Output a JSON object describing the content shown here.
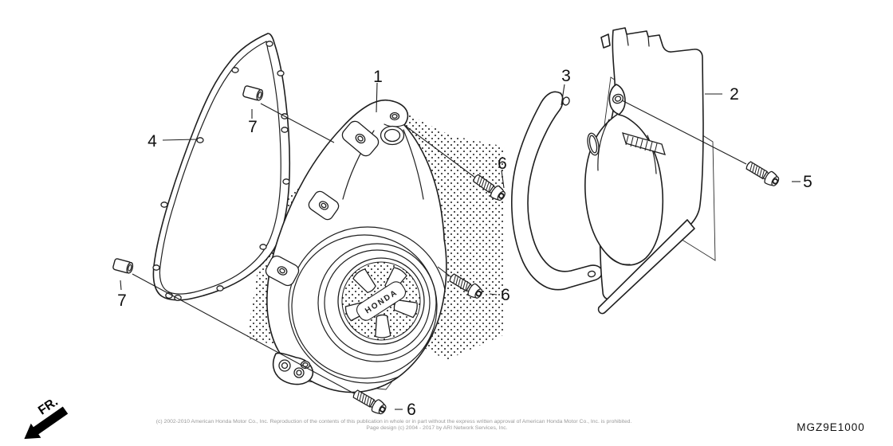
{
  "diagram_code": "MGZ9E1000",
  "orientation_label": "FR.",
  "cover_brand_text": "HONDA",
  "callouts": [
    {
      "label": "1"
    },
    {
      "label": "2"
    },
    {
      "label": "3"
    },
    {
      "label": "4"
    },
    {
      "label": "5"
    },
    {
      "label": "6"
    },
    {
      "label": "6"
    },
    {
      "label": "6"
    },
    {
      "label": "7"
    },
    {
      "label": "7"
    }
  ],
  "footer": {
    "copyright_line1": "(c) 2002-2010 American Honda Motor Co., Inc. Reproduction of the contents of this publication in whole or in part without the express written approval of American Honda Motor Co., Inc. is prohibited.",
    "copyright_line2": "Page design (c) 2004 - 2017 by ARI Network Services, Inc."
  }
}
